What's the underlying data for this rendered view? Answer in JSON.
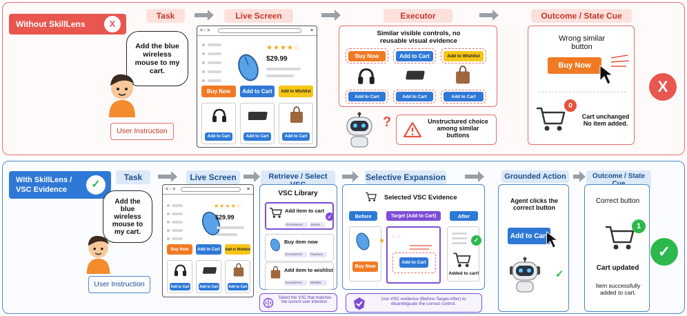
{
  "top": {
    "badge": "Without SkillLens",
    "badge_mark": "X",
    "sections": {
      "task": "Task",
      "live": "Live Screen",
      "executor": "Executor",
      "outcome": "Outcome / State Cue"
    },
    "user_request": "Add the blue wireless mouse to my cart.",
    "user_instruction": "User Instruction",
    "browser": {
      "nav": "< - >",
      "menu": "≡",
      "rating": "★★★★☆",
      "price": "$29.99",
      "buy_now": "Buy Now",
      "add_to_cart": "Add to Cart",
      "add_to_wishlist": "Add to Wishlist"
    },
    "executor_title": "Similar visible controls, no reusable visual evidence",
    "executor_buttons": {
      "buy_now": "Buy Now",
      "add_to_cart": "Add to Cart",
      "add_to_wishlist": "Add to Wishlist"
    },
    "question": "?",
    "warning_text": "Unstructured choice among similar buttons",
    "outcome_title": "Wrong similar button",
    "outcome_button": "Buy Now",
    "cart_count": "0",
    "cart_status": "Cart unchanged No item added.",
    "fail_mark": "X"
  },
  "bottom": {
    "badge": "With SkillLens / VSC Evidence",
    "badge_mark": "✓",
    "sections": {
      "task": "Task",
      "live": "Live Screen",
      "retrieve": "Retrieve / Select VSC",
      "expansion": "Selective Expansion",
      "grounded": "Grounded Action",
      "outcome": "Outcome / State Cue"
    },
    "user_request": "Add the blue wireless mouse to my cart.",
    "user_instruction": "User Instruction",
    "browser": {
      "nav": "< - >",
      "menu": "≡",
      "rating": "★★★★☆",
      "price": "$29.99",
      "buy_now": "Buy Now",
      "add_to_cart": "Add to Cart",
      "add_to_wishlist": "Add to Wishlist"
    },
    "vsc_library": "VSC Library",
    "vsc_items": [
      {
        "label": "Add item to cart",
        "tags": [
          "Ecommerce",
          "Button"
        ]
      },
      {
        "label": "Buy item now",
        "tags": [
          "Ecommerce",
          "Payment"
        ]
      },
      {
        "label": "Add item to wishlist",
        "tags": [
          "Ecommerce",
          "Wishlist"
        ]
      }
    ],
    "vsc_check": "✓",
    "vsc_note": "Select the VSC that matches the current user intention.",
    "selected_title": "Selected VSC Evidence",
    "phases": {
      "before": "Before",
      "target": "Target (Add to Cart)",
      "after": "After"
    },
    "before_button": "Buy Now",
    "target_button": "Add to Cart",
    "after_text": "Added to cart!",
    "expansion_note": "Use VSC evidence (Before-Target-After) to disambiguate the correct control.",
    "agent_text": "Agent clicks the correct button",
    "agent_button": "Add to Cart",
    "outcome_title": "Correct button",
    "cart_count": "1",
    "cart_updated": "Cart updated",
    "cart_status": "Item successfully added to cart.",
    "success_mark": "✓"
  },
  "colors": {
    "red": "#e56b6b",
    "blue": "#4f86c9",
    "orange": "#f07a24",
    "button_blue": "#2f79d6",
    "yellow": "#f5c518",
    "green": "#2db84d",
    "purple": "#7c4dd6"
  }
}
